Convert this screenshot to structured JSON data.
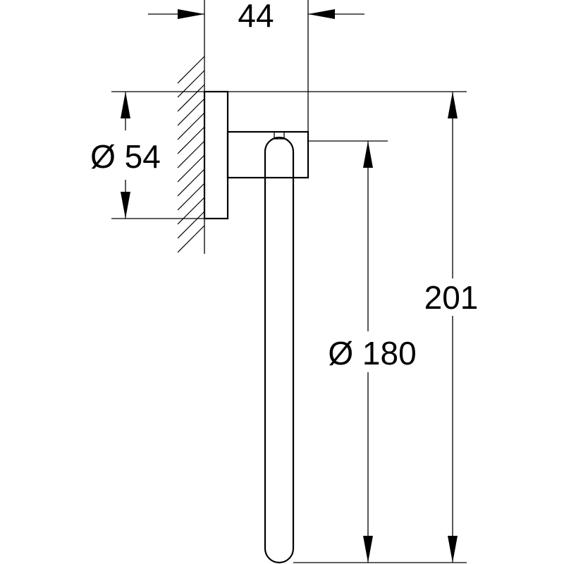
{
  "dimensions": {
    "projection": "44",
    "mount_diameter": "Ø 54",
    "ring_diameter": "Ø 180",
    "total_height": "201"
  },
  "colors": {
    "line": "#000000",
    "background": "#ffffff"
  }
}
